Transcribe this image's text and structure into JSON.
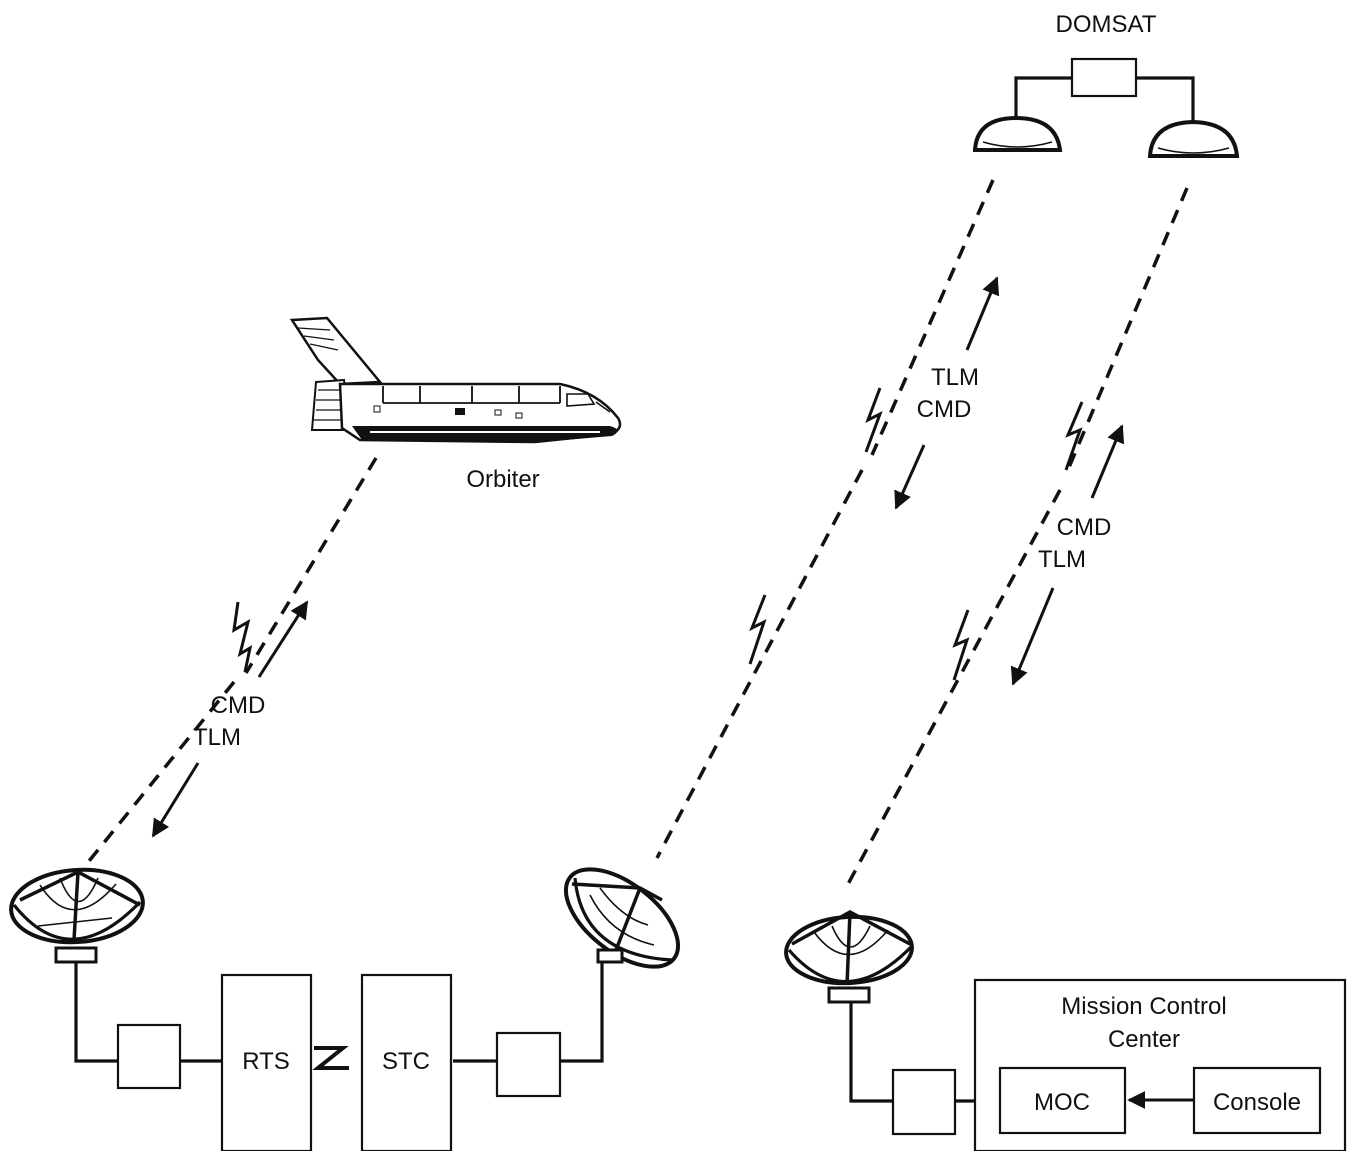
{
  "labels": {
    "domsat": "DOMSAT",
    "orbiter": "Orbiter",
    "link_orbiter_line1": "CMD",
    "link_orbiter_line2": "TLM",
    "link_uplink_line1": "TLM",
    "link_uplink_line2": "CMD",
    "link_downlink_line1": "CMD",
    "link_downlink_line2": "TLM",
    "rts": "RTS",
    "stc": "STC",
    "mcc_line1": "Mission Control",
    "mcc_line2": "Center",
    "moc": "MOC",
    "console": "Console"
  },
  "colors": {
    "ink": "#111111",
    "background": "#ffffff"
  }
}
